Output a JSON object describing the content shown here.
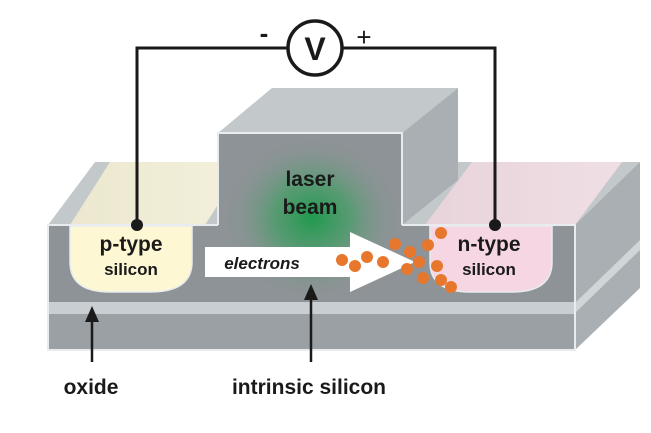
{
  "meter": {
    "symbol": "V",
    "minus": "-",
    "plus": "+"
  },
  "labels": {
    "laser_line1": "laser",
    "laser_line2": "beam",
    "p_type_line1": "p-type",
    "p_type_line2": "silicon",
    "n_type_line1": "n-type",
    "n_type_line2": "silicon",
    "electrons": "electrons",
    "oxide": "oxide",
    "intrinsic": "intrinsic silicon"
  },
  "colors": {
    "wire": "#1a1a1a",
    "slab_front": "#8d9396",
    "slab_top": "#c3c8ca",
    "slab_side": "#a9afb2",
    "oxide_band": "#c8ced1",
    "p_region": "#fdf7d4",
    "n_region": "#f6d6e3",
    "laser_glow": "#1f9a4e",
    "electron": "#e8772e",
    "arrow_fill": "#ffffff"
  },
  "electrons_count": 14
}
